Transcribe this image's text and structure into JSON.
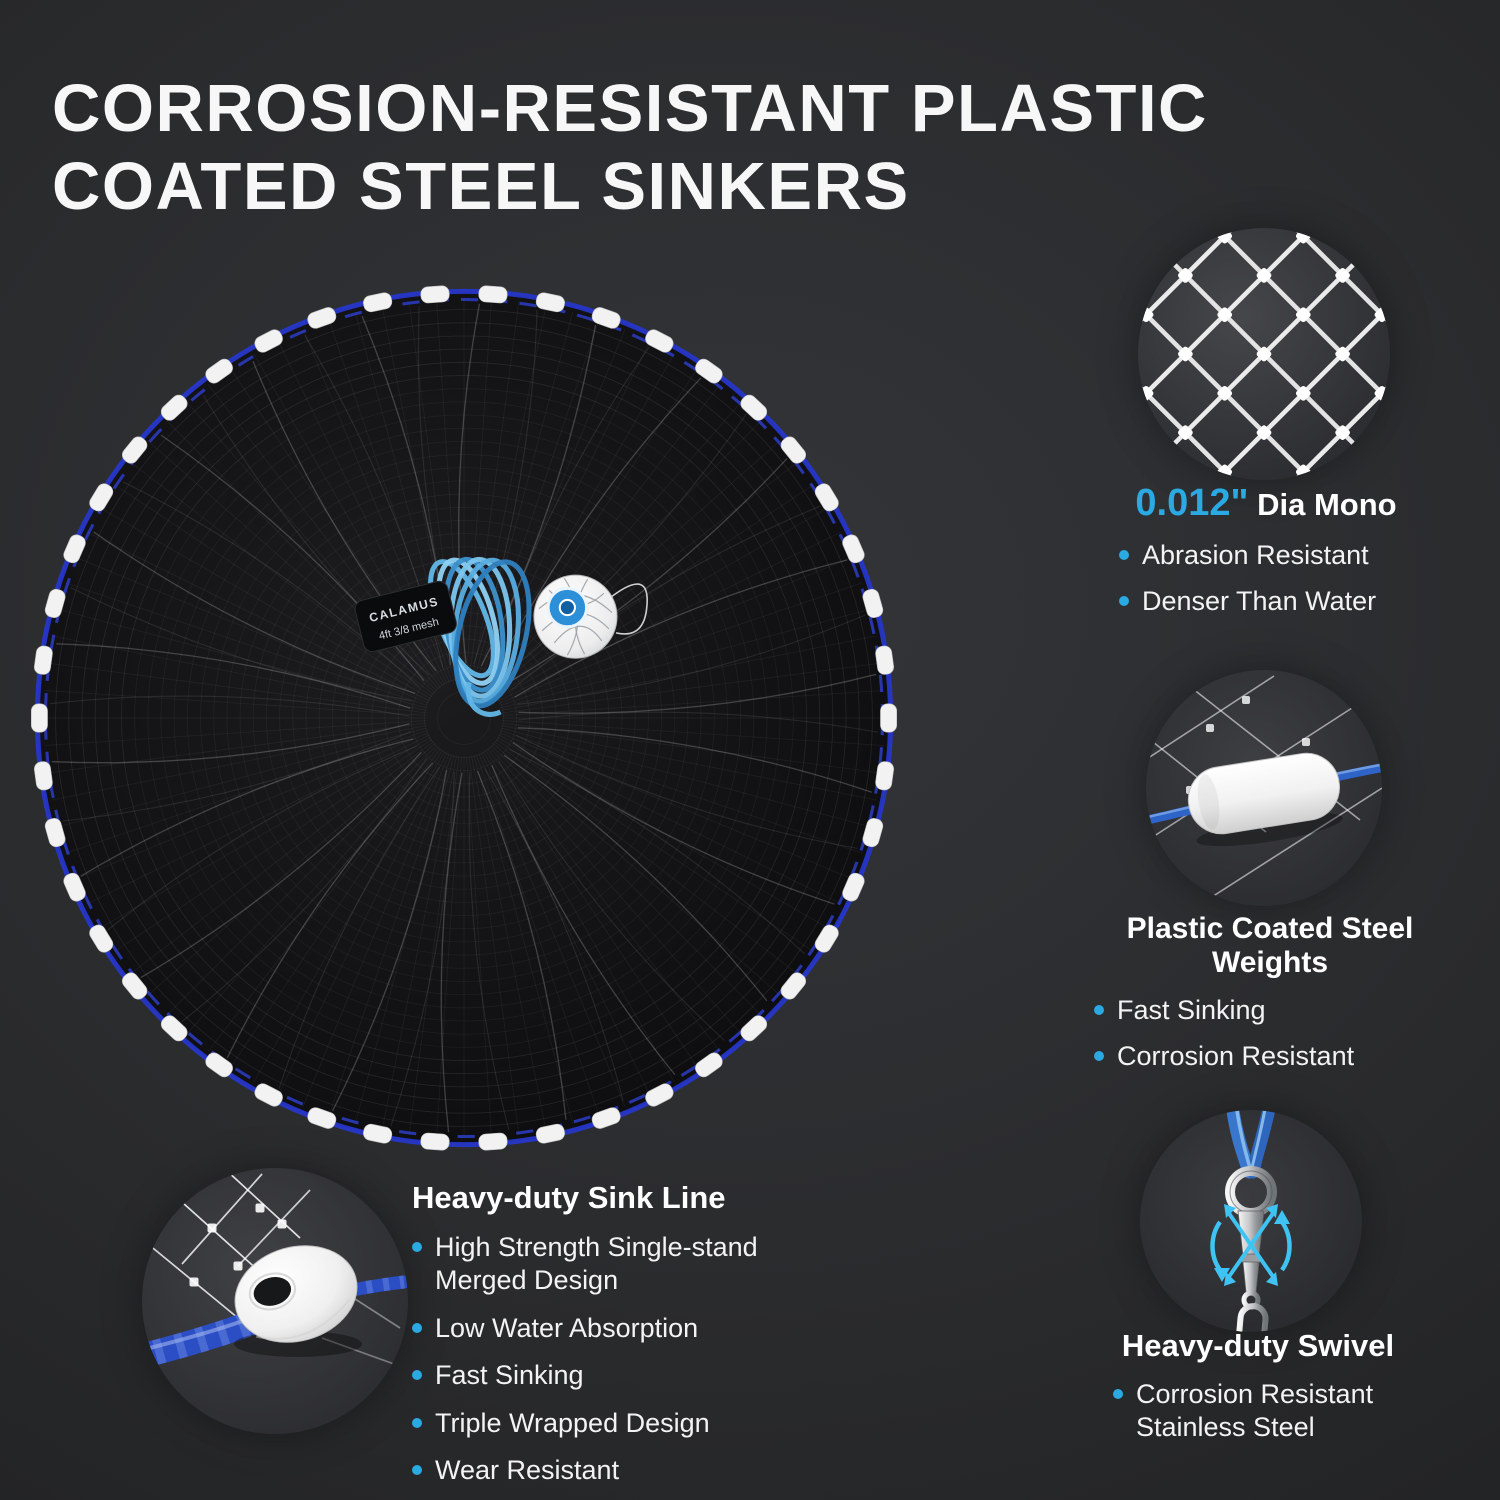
{
  "page": {
    "accent": "#2aa9e2"
  },
  "title": {
    "line1": "CORROSION-RESISTANT PLASTIC",
    "line2": "COATED STEEL SINKERS"
  },
  "net": {
    "brand": "CALAMUS",
    "size_label": "4ft  3/8 mesh"
  },
  "callouts": {
    "mono": {
      "value": "0.012\"",
      "label": " Dia Mono",
      "bullets": [
        "Abrasion Resistant",
        "Denser Than Water"
      ]
    },
    "weights": {
      "heading": "Plastic Coated Steel Weights",
      "bullets": [
        "Fast Sinking",
        "Corrosion Resistant"
      ]
    },
    "swivel": {
      "heading": "Heavy-duty Swivel",
      "bullets": [
        "Corrosion Resistant Stainless Steel"
      ]
    },
    "sinkline": {
      "heading": "Heavy-duty Sink Line",
      "bullets": [
        "High Strength Single-stand Merged Design",
        "Low Water Absorption",
        "Fast Sinking",
        "Triple Wrapped Design",
        "Wear Resistant"
      ]
    }
  }
}
